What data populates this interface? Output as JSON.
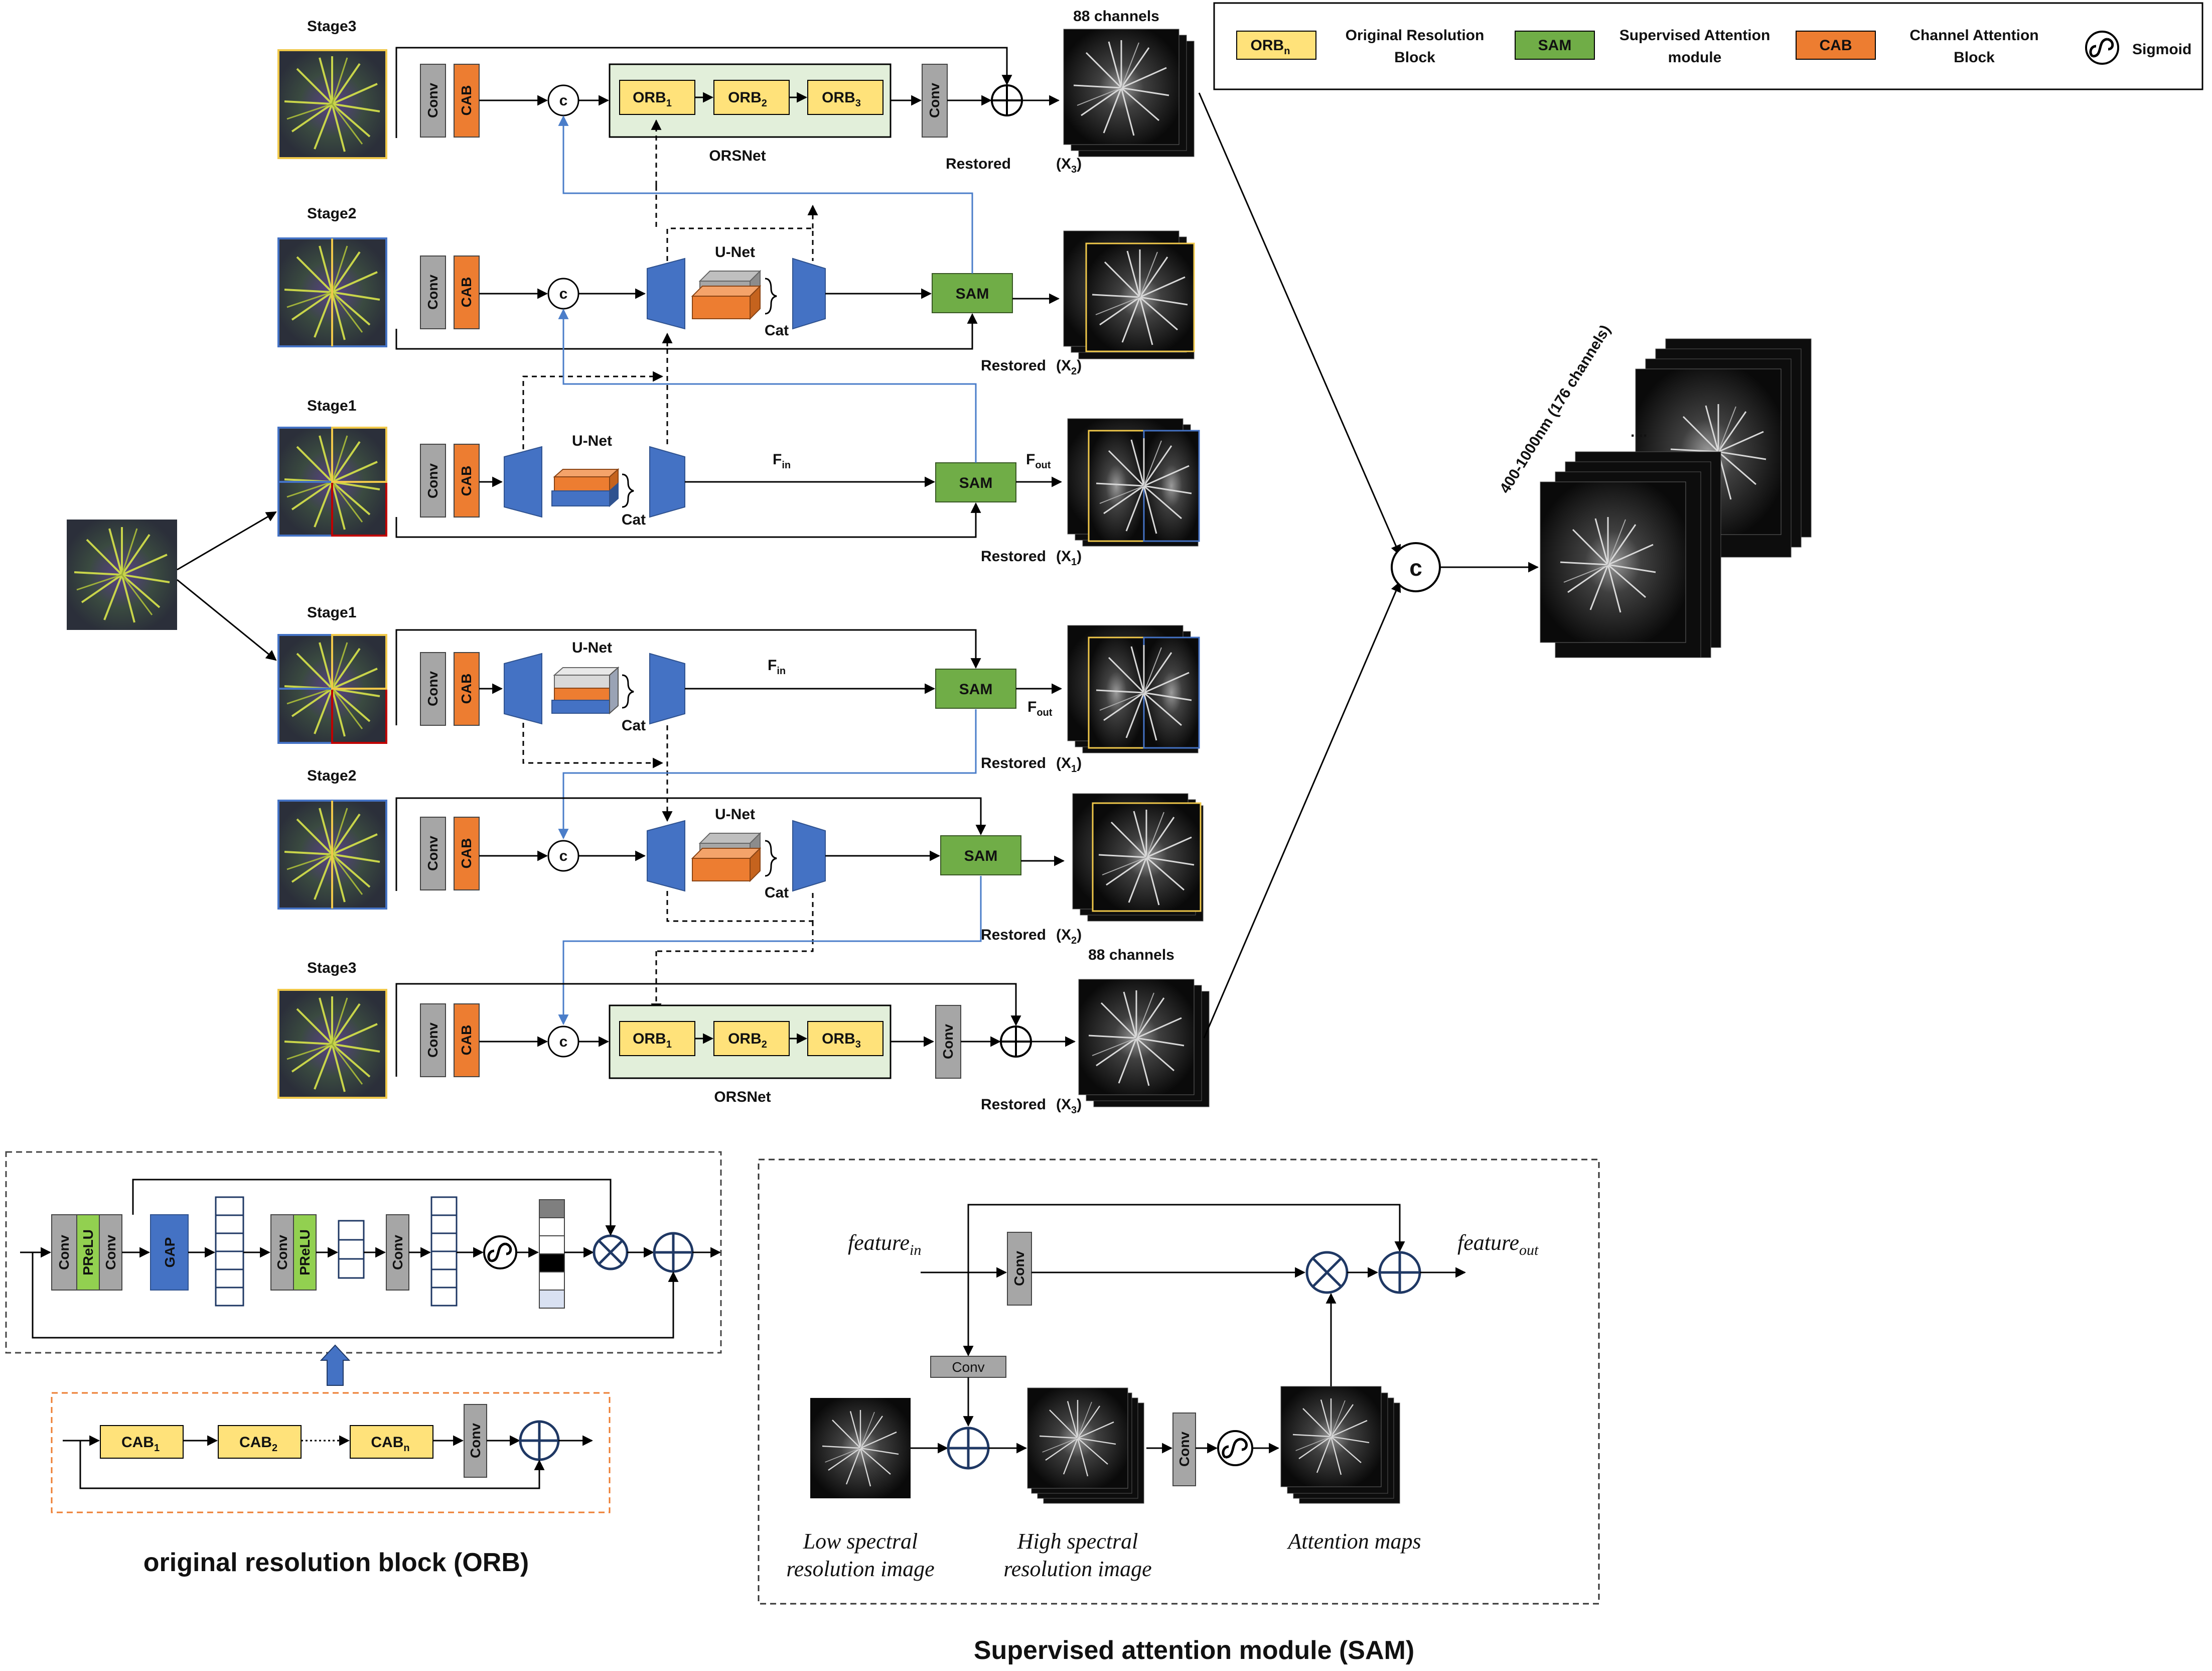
{
  "legend": {
    "orb_swatch": "ORB",
    "orb_swatch_sub": "n",
    "orb_desc_1": "Original Resolution",
    "orb_desc_2": "Block",
    "sam_swatch": "SAM",
    "sam_desc_1": "Supervised Attention",
    "sam_desc_2": "module",
    "cab_swatch": "CAB",
    "cab_desc_1": "Channel Attention",
    "cab_desc_2": "Block",
    "sigmoid_desc": "Sigmoid"
  },
  "stages": {
    "stage3": "Stage3",
    "stage2": "Stage2",
    "stage1": "Stage1"
  },
  "blocks": {
    "conv": "Conv",
    "cab": "CAB",
    "concat": "c",
    "orb": "ORB",
    "orb_sub_1": "1",
    "orb_sub_2": "2",
    "orb_sub_3": "3",
    "orsnet": "ORSNet",
    "unet": "U-Net",
    "cat": "Cat",
    "sam": "SAM",
    "f_in": "F",
    "f_in_sub": "in",
    "f_out": "F",
    "f_out_sub": "out"
  },
  "outputs": {
    "restored": "Restored",
    "x3": "(X",
    "x3_sub": "3",
    "x2": "(X",
    "x2_sub": "2",
    "x1": "(X",
    "x1_sub": "1",
    "close": ")",
    "channels_88": "88 channels",
    "final_range": "400-1000nm  (176 channels)",
    "ellipsis": "....",
    "final_concat": "c"
  },
  "orb_panel": {
    "conv": "Conv",
    "prelu": "PReLU",
    "gap": "GAP",
    "cab": "CAB",
    "cab_sub_1": "1",
    "cab_sub_2": "2",
    "cab_sub_n": "n",
    "title": "original resolution block (ORB)"
  },
  "sam_panel": {
    "feature_in": "feature",
    "feature_in_sub": "in",
    "feature_out": "feature",
    "feature_out_sub": "out",
    "conv": "Conv",
    "low_1": "Low spectral",
    "low_2": "resolution image",
    "high_1": "High spectral",
    "high_2": "resolution image",
    "attention": "Attention maps",
    "title": "Supervised attention module (SAM)"
  },
  "colors": {
    "conv": "#a6a6a6",
    "cab": "#ed7d31",
    "orb": "#ffe27a",
    "sam": "#70ad47",
    "unet": "#4472c4",
    "orsnet_bg": "#e2efda",
    "prelu": "#92d050",
    "gap": "#4472c4",
    "blue_line": "#4a7dc9"
  }
}
